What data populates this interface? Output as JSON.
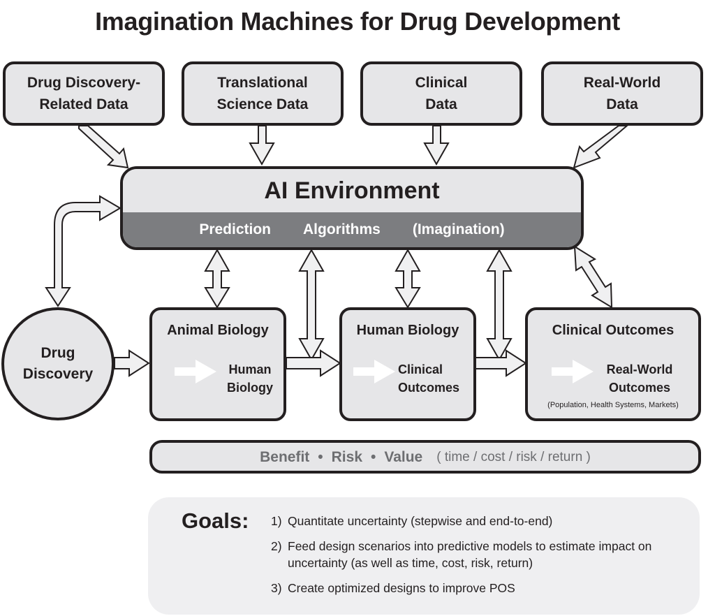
{
  "title": "Imagination Machines for Drug Development",
  "data_sources": [
    {
      "line1": "Drug Discovery-",
      "line2": "Related Data"
    },
    {
      "line1": "Translational",
      "line2": "Science Data"
    },
    {
      "line1": "Clinical",
      "line2": "Data"
    },
    {
      "line1": "Real-World",
      "line2": "Data"
    }
  ],
  "ai_environment": {
    "title": "AI Environment",
    "components": [
      "Prediction",
      "Algorithms",
      "(Imagination)"
    ]
  },
  "drug_discovery": {
    "line1": "Drug",
    "line2": "Discovery"
  },
  "stages": [
    {
      "title": "Animal Biology",
      "sub_line1": "Human",
      "sub_line2": "Biology",
      "note": ""
    },
    {
      "title": "Human Biology",
      "sub_line1": "Clinical",
      "sub_line2": "Outcomes",
      "note": ""
    },
    {
      "title": "Clinical Outcomes",
      "sub_line1": "Real-World",
      "sub_line2": "Outcomes",
      "note": "(Population, Health Systems, Markets)"
    }
  ],
  "evaluation_bar": {
    "terms": [
      "Benefit",
      "Risk",
      "Value"
    ],
    "separator": "•",
    "dimensions": "( time / cost / risk / return )"
  },
  "goals": {
    "label": "Goals:",
    "items": [
      {
        "num": "1)",
        "text": "Quantitate uncertainty (stepwise and end-to-end)"
      },
      {
        "num": "2)",
        "text": "Feed design scenarios into predictive models to estimate impact on uncertainty (as well as time, cost, risk, return)"
      },
      {
        "num": "3)",
        "text": "Create optimized designs to improve POS"
      }
    ]
  },
  "colors": {
    "box_fill": "#e6e6e8",
    "outline": "#231f20",
    "ai_band": "#7c7d80",
    "arrow_fill": "#f0f0f1",
    "muted_text": "#6d6e71"
  }
}
